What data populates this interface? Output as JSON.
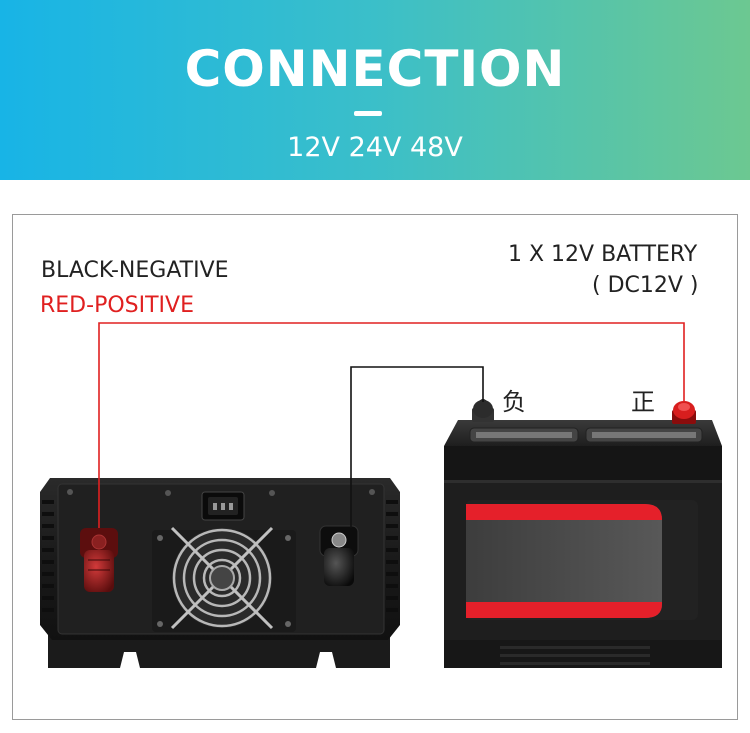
{
  "header": {
    "title": "CONNECTION",
    "subtitle": "12V 24V 48V"
  },
  "labels": {
    "black_negative": "BLACK-NEGATIVE",
    "red_positive": "RED-POSITIVE",
    "battery_title": "1 X 12V BATTERY",
    "battery_dc": "( DC12V )",
    "negative_cn": "负",
    "positive_cn": "正"
  },
  "colors": {
    "positive_wire": "#e02020",
    "negative_wire": "#111111",
    "battery_band": "#e5202a"
  }
}
